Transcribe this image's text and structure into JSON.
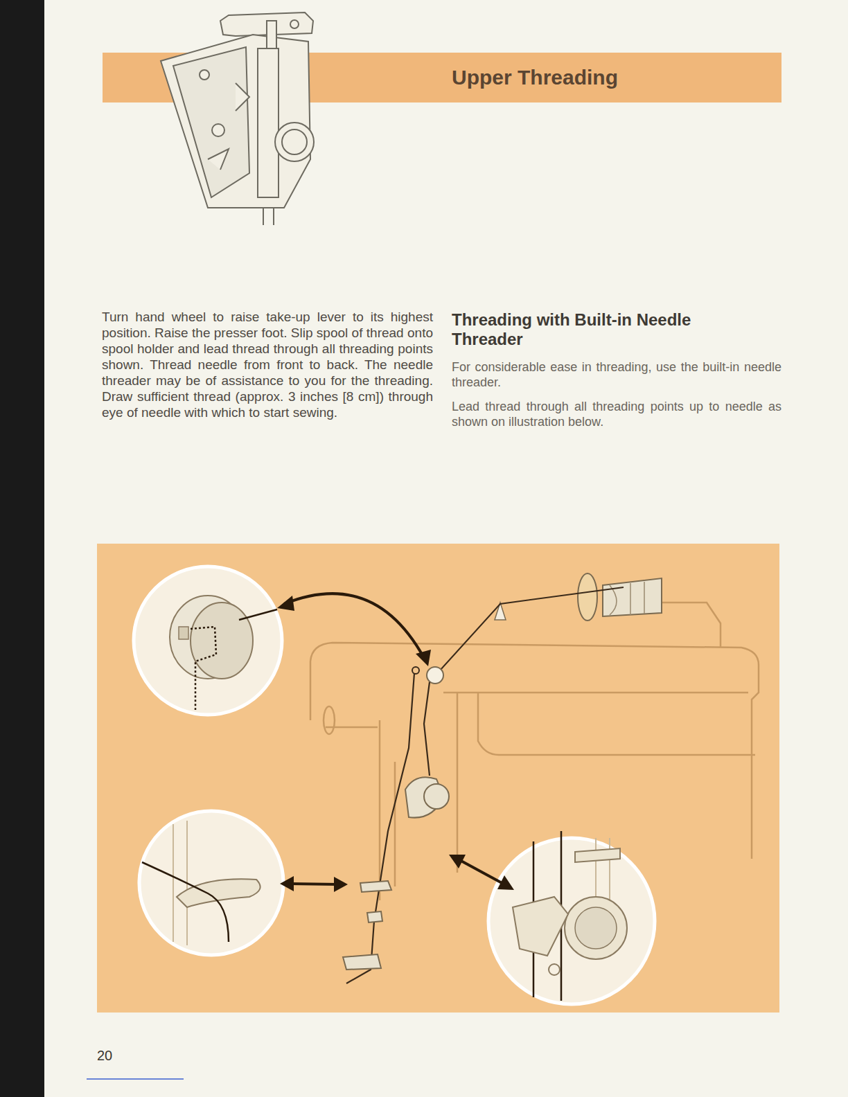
{
  "diagram": {
    "nodes": [
      {
        "text": [
          "Upper Threading"
        ]
      }
    ],
    "labels": [
      "Turn hand wheel to raise take-up lever to its highest position. Raise the presser foot. Slip spool of thread onto spool holder and lead thread through all threading points shown. Thread needle from front to back. The needle threader may be of assistance to you for the threading. Draw sufficient thread (approx. 3 inches [8 cm]) through eye of needle with which to start sewing.",
      "Threading with Built-in Needle Threader",
      "For considerable ease in threading, use the built-in needle threader.",
      "Lead thread through all threading points up to needle as shown on illustration below.",
      "20"
    ]
  }
}
